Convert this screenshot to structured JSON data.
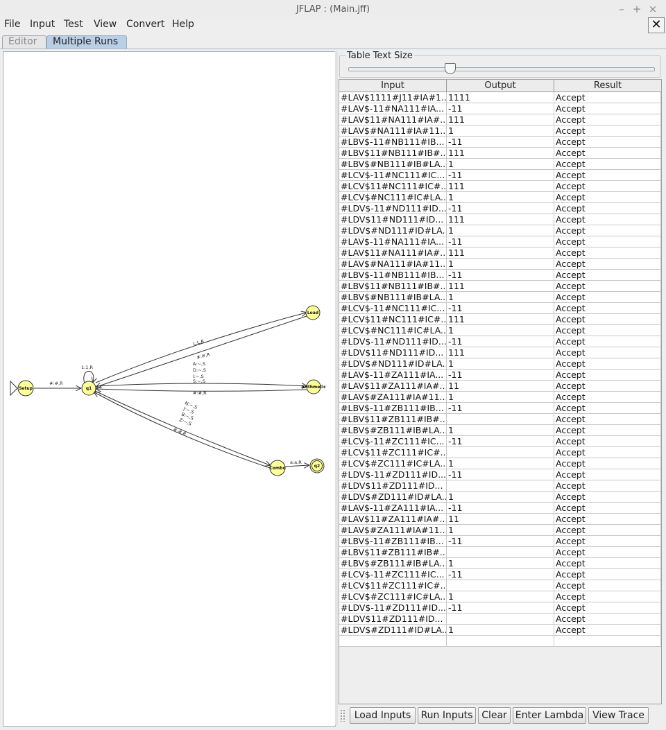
{
  "window": {
    "title": "JFLAP : (Main.jff)",
    "controls": [
      "–",
      "+",
      "×"
    ]
  },
  "menu": [
    "File",
    "Input",
    "Test",
    "View",
    "Convert",
    "Help"
  ],
  "close_glyph": "✕",
  "tabs": [
    "Editor",
    "Multiple Runs"
  ],
  "diagram": {
    "states": [
      "Setup",
      "q1",
      "Load",
      "Arithmetic",
      "Combo",
      "q2"
    ],
    "transitions": {
      "setup_q1": "#:#,R",
      "q1_loop": "1:1,R",
      "q1_load": "L:L,R",
      "load_q1": "#:#,R",
      "q1_arith": [
        "A:~,S",
        "D:~,S",
        "I:~,S",
        "S:~,S"
      ],
      "arith_q1": "#:#,R",
      "q1_combo": [
        "N:~,S",
        "J:~,S",
        "B:~,S",
        "Z:~,S"
      ],
      "combo_q1": "#:#,R",
      "combo_q2": "a:a,R"
    }
  },
  "table_text_size_label": "Table Text Size",
  "table": {
    "headers": [
      "Input",
      "Output",
      "Result"
    ],
    "rows": [
      [
        "#LAV$1111#J11#IA#1...",
        "1111",
        "Accept"
      ],
      [
        "#LAV$-11#NA111#IA...",
        "-11",
        "Accept"
      ],
      [
        "#LAV$11#NA111#IA#...",
        "111",
        "Accept"
      ],
      [
        "#LAV$#NA111#IA#11...",
        "1",
        "Accept"
      ],
      [
        "#LBV$-11#NB111#IB...",
        "-11",
        "Accept"
      ],
      [
        "#LBV$11#NB111#IB#...",
        "111",
        "Accept"
      ],
      [
        "#LBV$#NB111#IB#LA...",
        "1",
        "Accept"
      ],
      [
        "#LCV$-11#NC111#IC...",
        "-11",
        "Accept"
      ],
      [
        "#LCV$11#NC111#IC#...",
        "111",
        "Accept"
      ],
      [
        "#LCV$#NC111#IC#LA...",
        "1",
        "Accept"
      ],
      [
        "#LDV$-11#ND111#ID...",
        "-11",
        "Accept"
      ],
      [
        "#LDV$11#ND111#ID...",
        "111",
        "Accept"
      ],
      [
        "#LDV$#ND111#ID#LA...",
        "1",
        "Accept"
      ],
      [
        "#LAV$-11#NA111#IA...",
        "-11",
        "Accept"
      ],
      [
        "#LAV$11#NA111#IA#...",
        "111",
        "Accept"
      ],
      [
        "#LAV$#NA111#IA#11...",
        "1",
        "Accept"
      ],
      [
        "#LBV$-11#NB111#IB...",
        "-11",
        "Accept"
      ],
      [
        "#LBV$11#NB111#IB#...",
        "111",
        "Accept"
      ],
      [
        "#LBV$#NB111#IB#LA...",
        "1",
        "Accept"
      ],
      [
        "#LCV$-11#NC111#IC...",
        "-11",
        "Accept"
      ],
      [
        "#LCV$11#NC111#IC#...",
        "111",
        "Accept"
      ],
      [
        "#LCV$#NC111#IC#LA...",
        "1",
        "Accept"
      ],
      [
        "#LDV$-11#ND111#ID...",
        "-11",
        "Accept"
      ],
      [
        "#LDV$11#ND111#ID...",
        "111",
        "Accept"
      ],
      [
        "#LDV$#ND111#ID#LA...",
        "1",
        "Accept"
      ],
      [
        "#LAV$-11#ZA111#IA...",
        "-11",
        "Accept"
      ],
      [
        "#LAV$11#ZA111#IA#...",
        "11",
        "Accept"
      ],
      [
        "#LAV$#ZA111#IA#11...",
        "1",
        "Accept"
      ],
      [
        "#LBV$-11#ZB111#IB...",
        "-11",
        "Accept"
      ],
      [
        "#LBV$11#ZB111#IB#...",
        "",
        "Accept"
      ],
      [
        "#LBV$#ZB111#IB#LA...",
        "1",
        "Accept"
      ],
      [
        "#LCV$-11#ZC111#IC...",
        "-11",
        "Accept"
      ],
      [
        "#LCV$11#ZC111#IC#...",
        "",
        "Accept"
      ],
      [
        "#LCV$#ZC111#IC#LA...",
        "1",
        "Accept"
      ],
      [
        "#LDV$-11#ZD111#ID...",
        "-11",
        "Accept"
      ],
      [
        "#LDV$11#ZD111#ID...",
        "",
        "Accept"
      ],
      [
        "#LDV$#ZD111#ID#LA...",
        "1",
        "Accept"
      ],
      [
        "#LAV$-11#ZA111#IA...",
        "-11",
        "Accept"
      ],
      [
        "#LAV$11#ZA111#IA#...",
        "11",
        "Accept"
      ],
      [
        "#LAV$#ZA111#IA#11...",
        "1",
        "Accept"
      ],
      [
        "#LBV$-11#ZB111#IB...",
        "-11",
        "Accept"
      ],
      [
        "#LBV$11#ZB111#IB#...",
        "",
        "Accept"
      ],
      [
        "#LBV$#ZB111#IB#LA...",
        "1",
        "Accept"
      ],
      [
        "#LCV$-11#ZC111#IC...",
        "-11",
        "Accept"
      ],
      [
        "#LCV$11#ZC111#IC#...",
        "",
        "Accept"
      ],
      [
        "#LCV$#ZC111#IC#LA...",
        "1",
        "Accept"
      ],
      [
        "#LDV$-11#ZD111#ID...",
        "-11",
        "Accept"
      ],
      [
        "#LDV$11#ZD111#ID...",
        "",
        "Accept"
      ],
      [
        "#LDV$#ZD111#ID#LA...",
        "1",
        "Accept"
      ],
      [
        "",
        "",
        ""
      ]
    ]
  },
  "buttons": [
    "Load Inputs",
    "Run Inputs",
    "Clear",
    "Enter Lambda",
    "View Trace"
  ]
}
